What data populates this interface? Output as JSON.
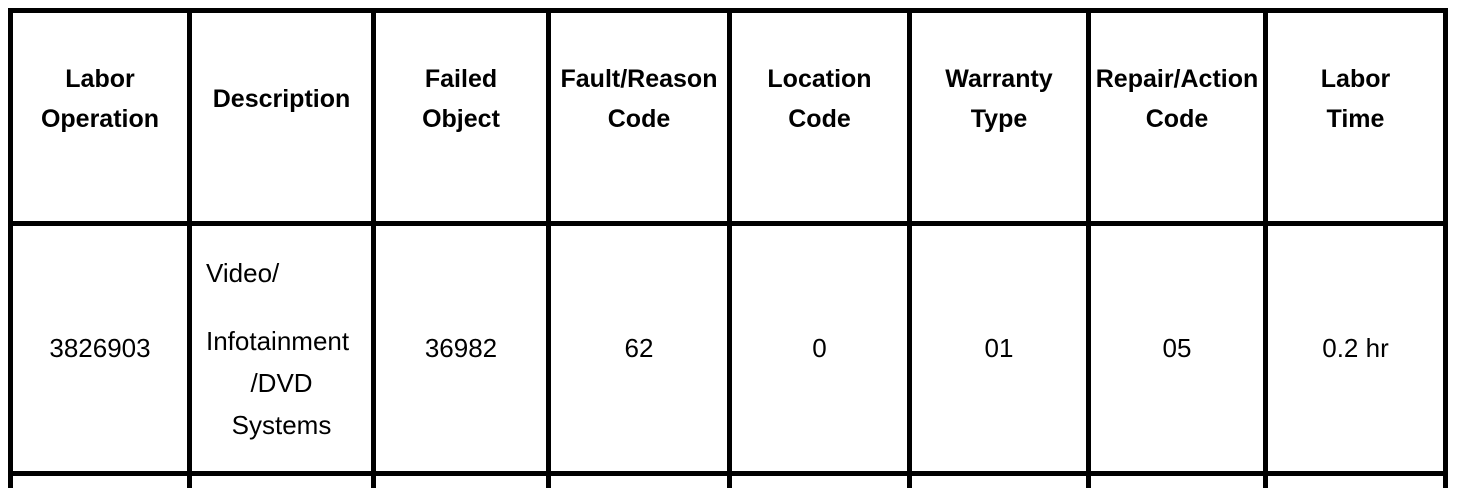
{
  "page": {
    "background_color": "#ffffff",
    "text_color": "#000000",
    "border_color": "#000000"
  },
  "table": {
    "headers": [
      {
        "id": "labor_operation",
        "label": "Labor\nOperation"
      },
      {
        "id": "description",
        "label": "Description"
      },
      {
        "id": "failed_object",
        "label": "Failed\nObject"
      },
      {
        "id": "fault_reason_code",
        "label": "Fault/Reason\nCode"
      },
      {
        "id": "location_code",
        "label": "Location\nCode"
      },
      {
        "id": "warranty_type",
        "label": "Warranty\nType"
      },
      {
        "id": "repair_action_code",
        "label": "Repair/Action\nCode"
      },
      {
        "id": "labor_time",
        "label": "Labor\nTime"
      }
    ],
    "rows": [
      {
        "labor_operation": "3826903",
        "description": "Video/ Infotainment /DVD Systems",
        "description_lines": [
          "Video/",
          "Infotainment",
          "/DVD",
          "Systems"
        ],
        "failed_object": "36982",
        "fault_reason_code": "62",
        "location_code": "0",
        "warranty_type": "01",
        "repair_action_code": "05",
        "labor_time": "0.2 hr"
      }
    ]
  }
}
